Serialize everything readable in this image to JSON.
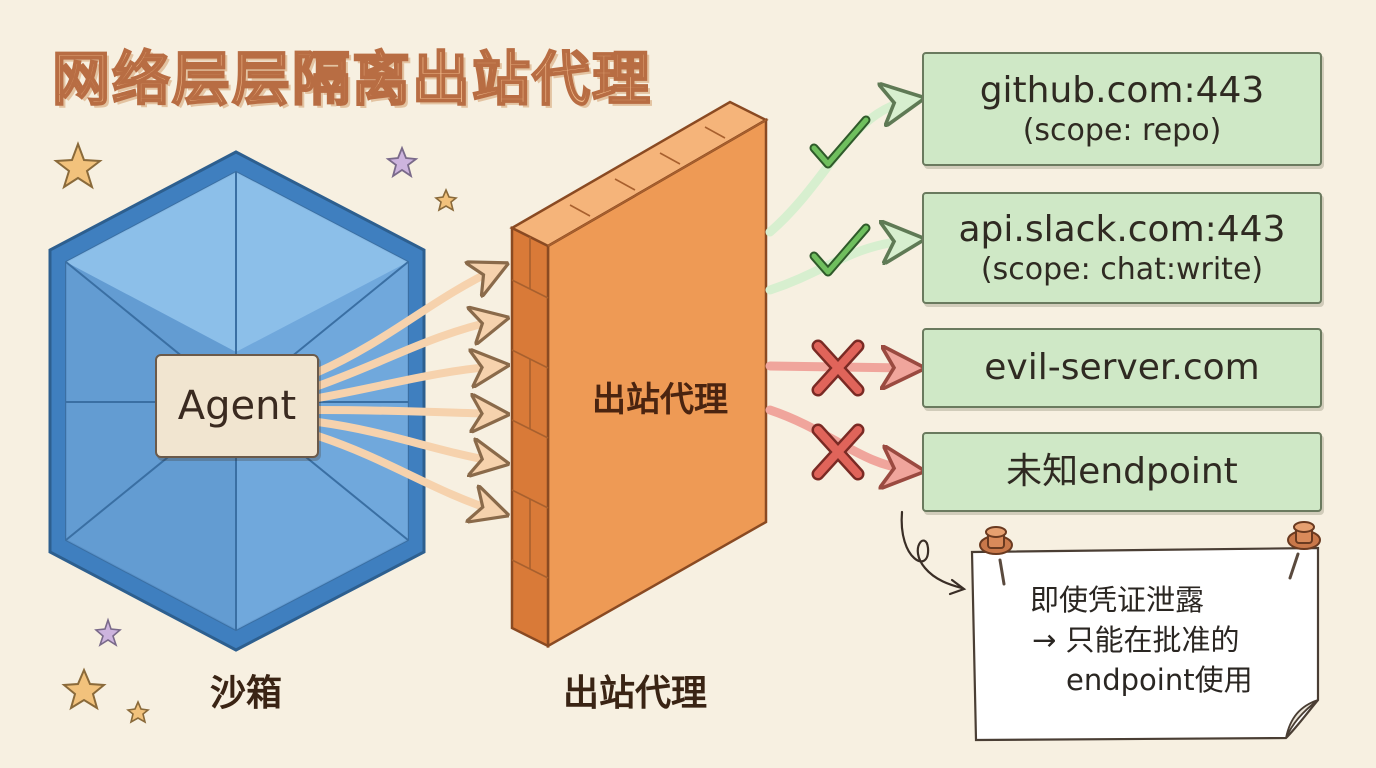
{
  "title": "网络层层隔离出站代理",
  "agent_label": "Agent",
  "proxy_wall_label": "出站代理",
  "caption_sandbox": "沙箱",
  "caption_proxy": "出站代理",
  "destinations": [
    {
      "host": "github.com:443",
      "scope": "(scope: repo)",
      "status": "allowed",
      "icon": "check-icon"
    },
    {
      "host": "api.slack.com:443",
      "scope": "(scope: chat:write)",
      "status": "allowed",
      "icon": "check-icon"
    },
    {
      "host": "evil-server.com",
      "scope": "",
      "status": "blocked",
      "icon": "cross-icon"
    },
    {
      "host": "未知endpoint",
      "scope": "",
      "status": "blocked",
      "icon": "cross-icon"
    }
  ],
  "note": {
    "line1": "即使凭证泄露",
    "line2": "→ 只能在批准的",
    "line3": "endpoint使用"
  },
  "colors": {
    "background": "#f7f0e1",
    "sandbox_blue": "#6fa8dc",
    "proxy_orange": "#ee9a55",
    "allowed_green": "#cfe8c6",
    "blocked_red": "#e07068",
    "title_fill": "#f0b98a"
  }
}
